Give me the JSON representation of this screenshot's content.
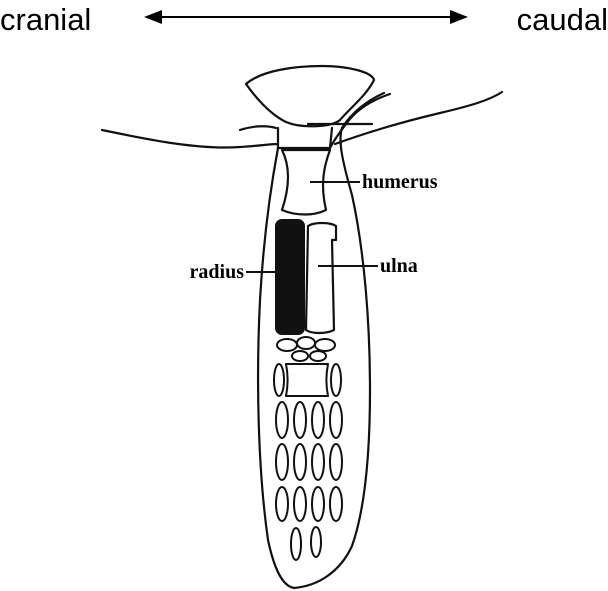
{
  "direction": {
    "left_label": "cranial",
    "right_label": "caudal"
  },
  "labels": {
    "humerus": "humerus",
    "radius": "radius",
    "ulna": "ulna"
  }
}
